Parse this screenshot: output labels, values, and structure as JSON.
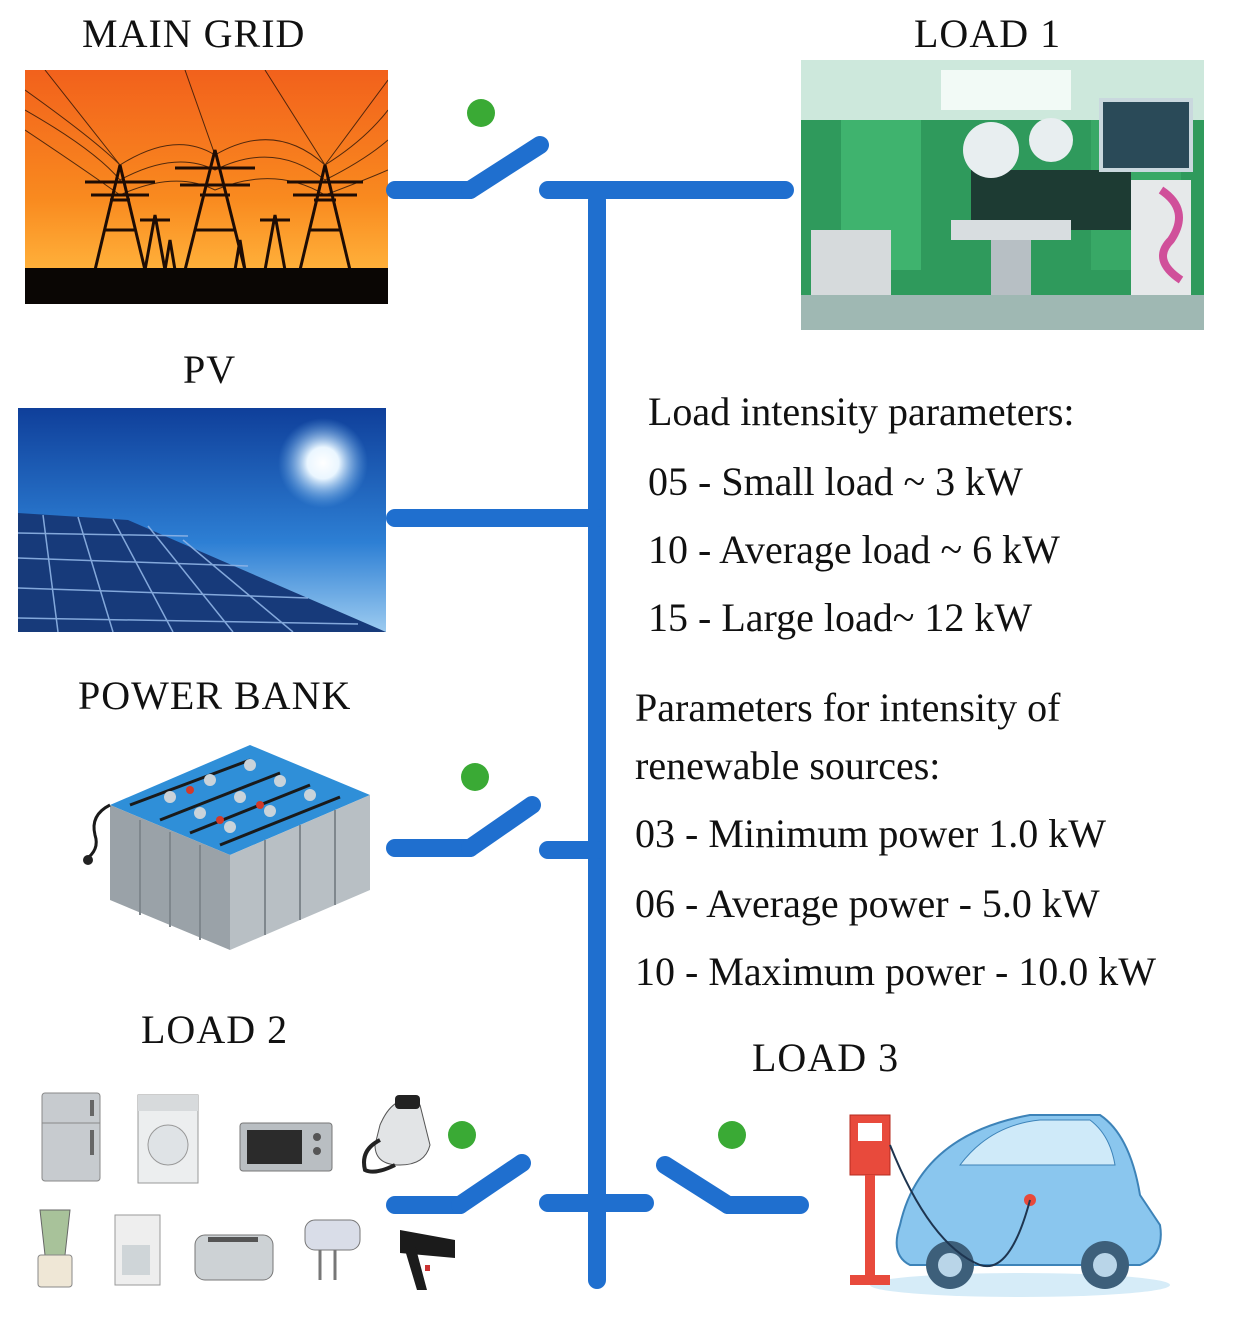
{
  "labels": {
    "main_grid": "MAIN GRID",
    "load1": "LOAD 1",
    "pv": "PV",
    "power_bank": "POWER BANK",
    "load2": "LOAD 2",
    "load3": "LOAD 3"
  },
  "load_params": {
    "title": "Load intensity parameters:",
    "items": [
      "05 - Small load ~ 3 kW",
      "10 - Average load ~ 6 kW",
      "15 - Large load~ 12 kW"
    ]
  },
  "renewable_params": {
    "title_line1": "Parameters for intensity of",
    "title_line2": "renewable sources:",
    "items": [
      "03 - Minimum power 1.0 kW",
      "06 - Average power - 5.0 kW",
      "10 - Maximum power - 10.0 kW"
    ]
  },
  "colors": {
    "bus": "#1f6fcf",
    "switch_indicator": "#3aaa35"
  },
  "switches": [
    {
      "name": "main-grid",
      "state": "open"
    },
    {
      "name": "power-bank",
      "state": "open"
    },
    {
      "name": "load2",
      "state": "open"
    },
    {
      "name": "load3",
      "state": "open"
    }
  ]
}
